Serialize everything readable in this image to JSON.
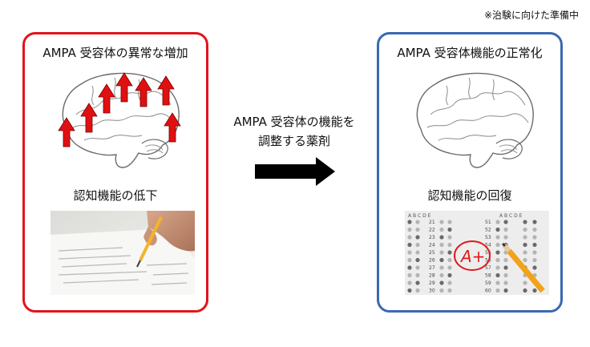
{
  "note": "※治験に向けた準備中",
  "left_panel": {
    "title": "AMPA 受容体の異常な増加",
    "label": "認知機能の低下",
    "color": "#e0141c"
  },
  "middle": {
    "line1": "AMPA 受容体の機能を",
    "line2": "調整する薬剤"
  },
  "right_panel": {
    "title": "AMPA 受容体機能の正常化",
    "label": "認知機能の回復",
    "grade": "A+",
    "color": "#3a68b4"
  },
  "answer_sheet": {
    "header_letters": "A B C D E",
    "row_numbers": [
      "21",
      "22",
      "23",
      "24",
      "25",
      "26",
      "27",
      "28",
      "29",
      "30"
    ],
    "row_numbers_right": [
      "51",
      "52",
      "53",
      "54",
      "55",
      "56",
      "57",
      "58",
      "59",
      "60"
    ]
  }
}
